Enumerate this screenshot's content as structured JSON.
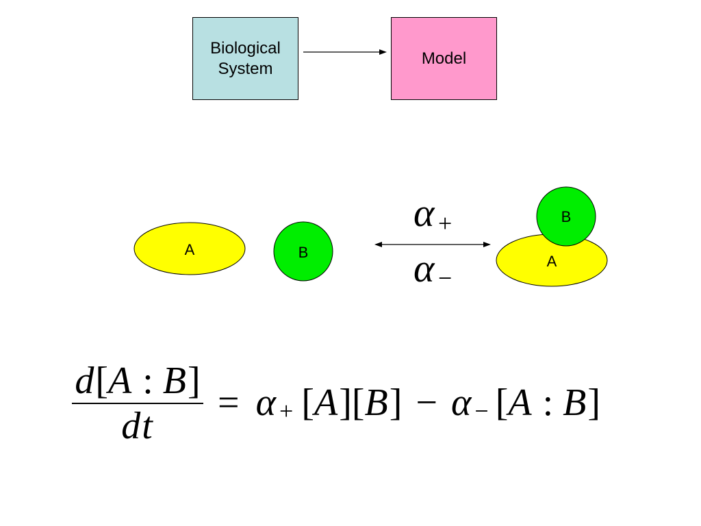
{
  "flow": {
    "source_box": {
      "label": "Biological System",
      "fill": "#b8e0e2"
    },
    "target_box": {
      "label": "Model",
      "fill": "#ff99cc"
    }
  },
  "reaction": {
    "reactant_a": {
      "label": "A",
      "fill": "#ffff00"
    },
    "reactant_b": {
      "label": "B",
      "fill": "#00ee00"
    },
    "forward_rate": {
      "symbol": "α",
      "subscript": "+"
    },
    "reverse_rate": {
      "symbol": "α",
      "subscript": "−"
    },
    "complex": {
      "a": {
        "label": "A",
        "fill": "#ffff00"
      },
      "b": {
        "label": "B",
        "fill": "#00ee00"
      }
    }
  },
  "equation": {
    "numerator": "d[A : B]",
    "denominator": "dt",
    "equals": "=",
    "term1": {
      "symbol": "α",
      "subscript": "+",
      "factors": "[A][B]"
    },
    "operator": "−",
    "term2": {
      "symbol": "α",
      "subscript": "−",
      "factors": "[A : B]"
    }
  }
}
